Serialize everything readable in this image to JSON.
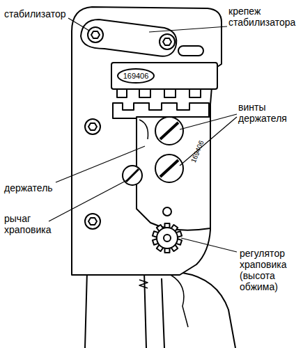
{
  "diagram": {
    "labels": [
      "стабилизатор",
      "крепеж стабилизатора",
      "169406",
      "винты держателя",
      "169406",
      "держатель",
      "рычаг храповика",
      "регулятор храповика (высота обжима)"
    ]
  }
}
